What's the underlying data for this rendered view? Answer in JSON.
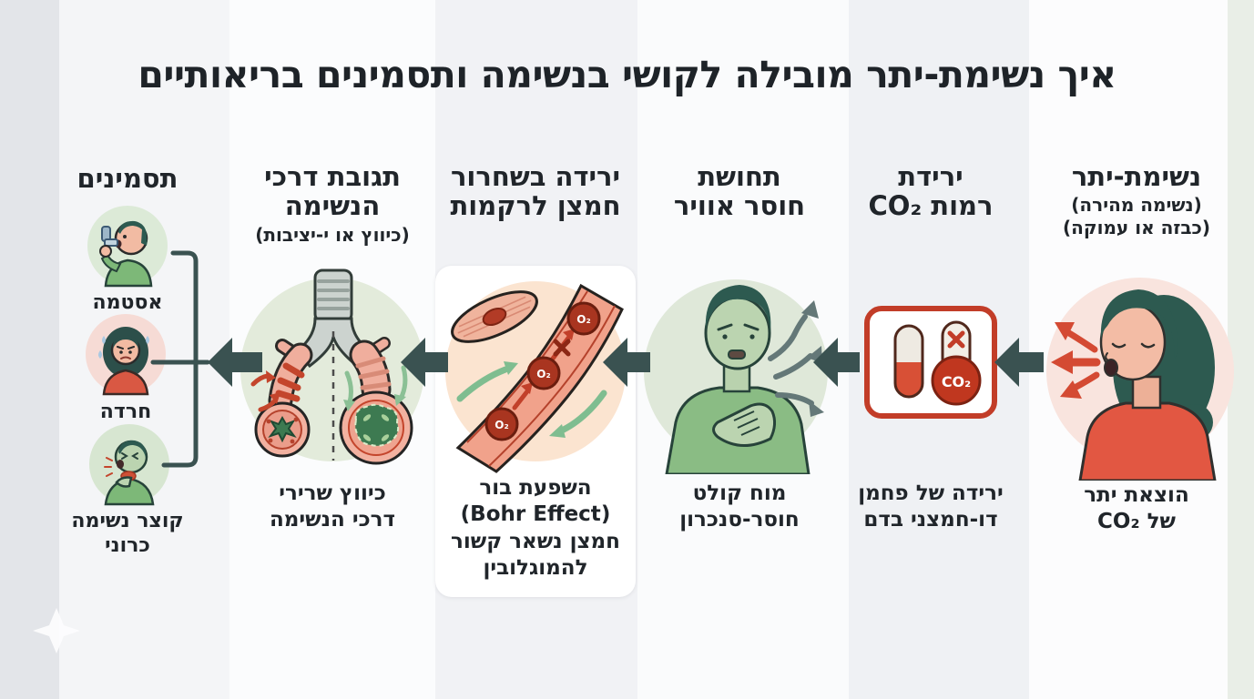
{
  "title": "איך נשימת-יתר מובילה לקושי בנשימה ותסמינים בריאותיים",
  "stages": [
    {
      "name": "hyperventilation",
      "heading": "נשימת-יתר",
      "sub": "(נשימה מהירה)\n(כבזה או עמוקה)",
      "caption": "הוצאת יתר\nשל CO₂",
      "illustration": "exhaling-woman-icon"
    },
    {
      "name": "co2-drop",
      "heading": "ירידת\nרמות CO₂",
      "sub": "",
      "caption": "ירידה של פחמן\nדו-חמצני בדם",
      "illustration": "co2-gauge-icon",
      "icon_label": "CO₂"
    },
    {
      "name": "air-hunger",
      "heading": "תחושת\nחוסר אוויר",
      "sub": "",
      "caption": "מוח קולט\nחוסר-סנכרון",
      "illustration": "air-hunger-person-icon"
    },
    {
      "name": "oxygen-release-drop",
      "heading": "ירידה בשחרור\nחמצן לרקמות",
      "sub": "",
      "caption": "השפעת בור\n(Bohr Effect)\nחמצן נשאר קשור\nלהמוגלובין",
      "illustration": "bohr-effect-vessel-icon",
      "o2_label": "O₂"
    },
    {
      "name": "airway-response",
      "heading": "תגובת דרכי\nהנשימה",
      "sub": "(כיווץ או י-יציבות)",
      "caption": "כיווץ שרירי\nדרכי הנשימה",
      "illustration": "airways-constriction-icon"
    }
  ],
  "symptoms": {
    "heading": "תסמינים",
    "items": [
      {
        "label": "אסטמה",
        "icon": "asthma-inhaler-icon"
      },
      {
        "label": "חרדה",
        "icon": "anxiety-person-icon"
      },
      {
        "label": "קוצר נשימה\nכרוני",
        "icon": "chronic-breathlessness-icon"
      }
    ]
  },
  "colors": {
    "flow_arrow": "#3a5251",
    "accent_red": "#c23d28",
    "title_text": "#1e2328",
    "green_circle_bg": "#dfe8d9",
    "pink_circle_bg": "#f9e4de",
    "peach_circle_bg": "#fbe4d0"
  }
}
